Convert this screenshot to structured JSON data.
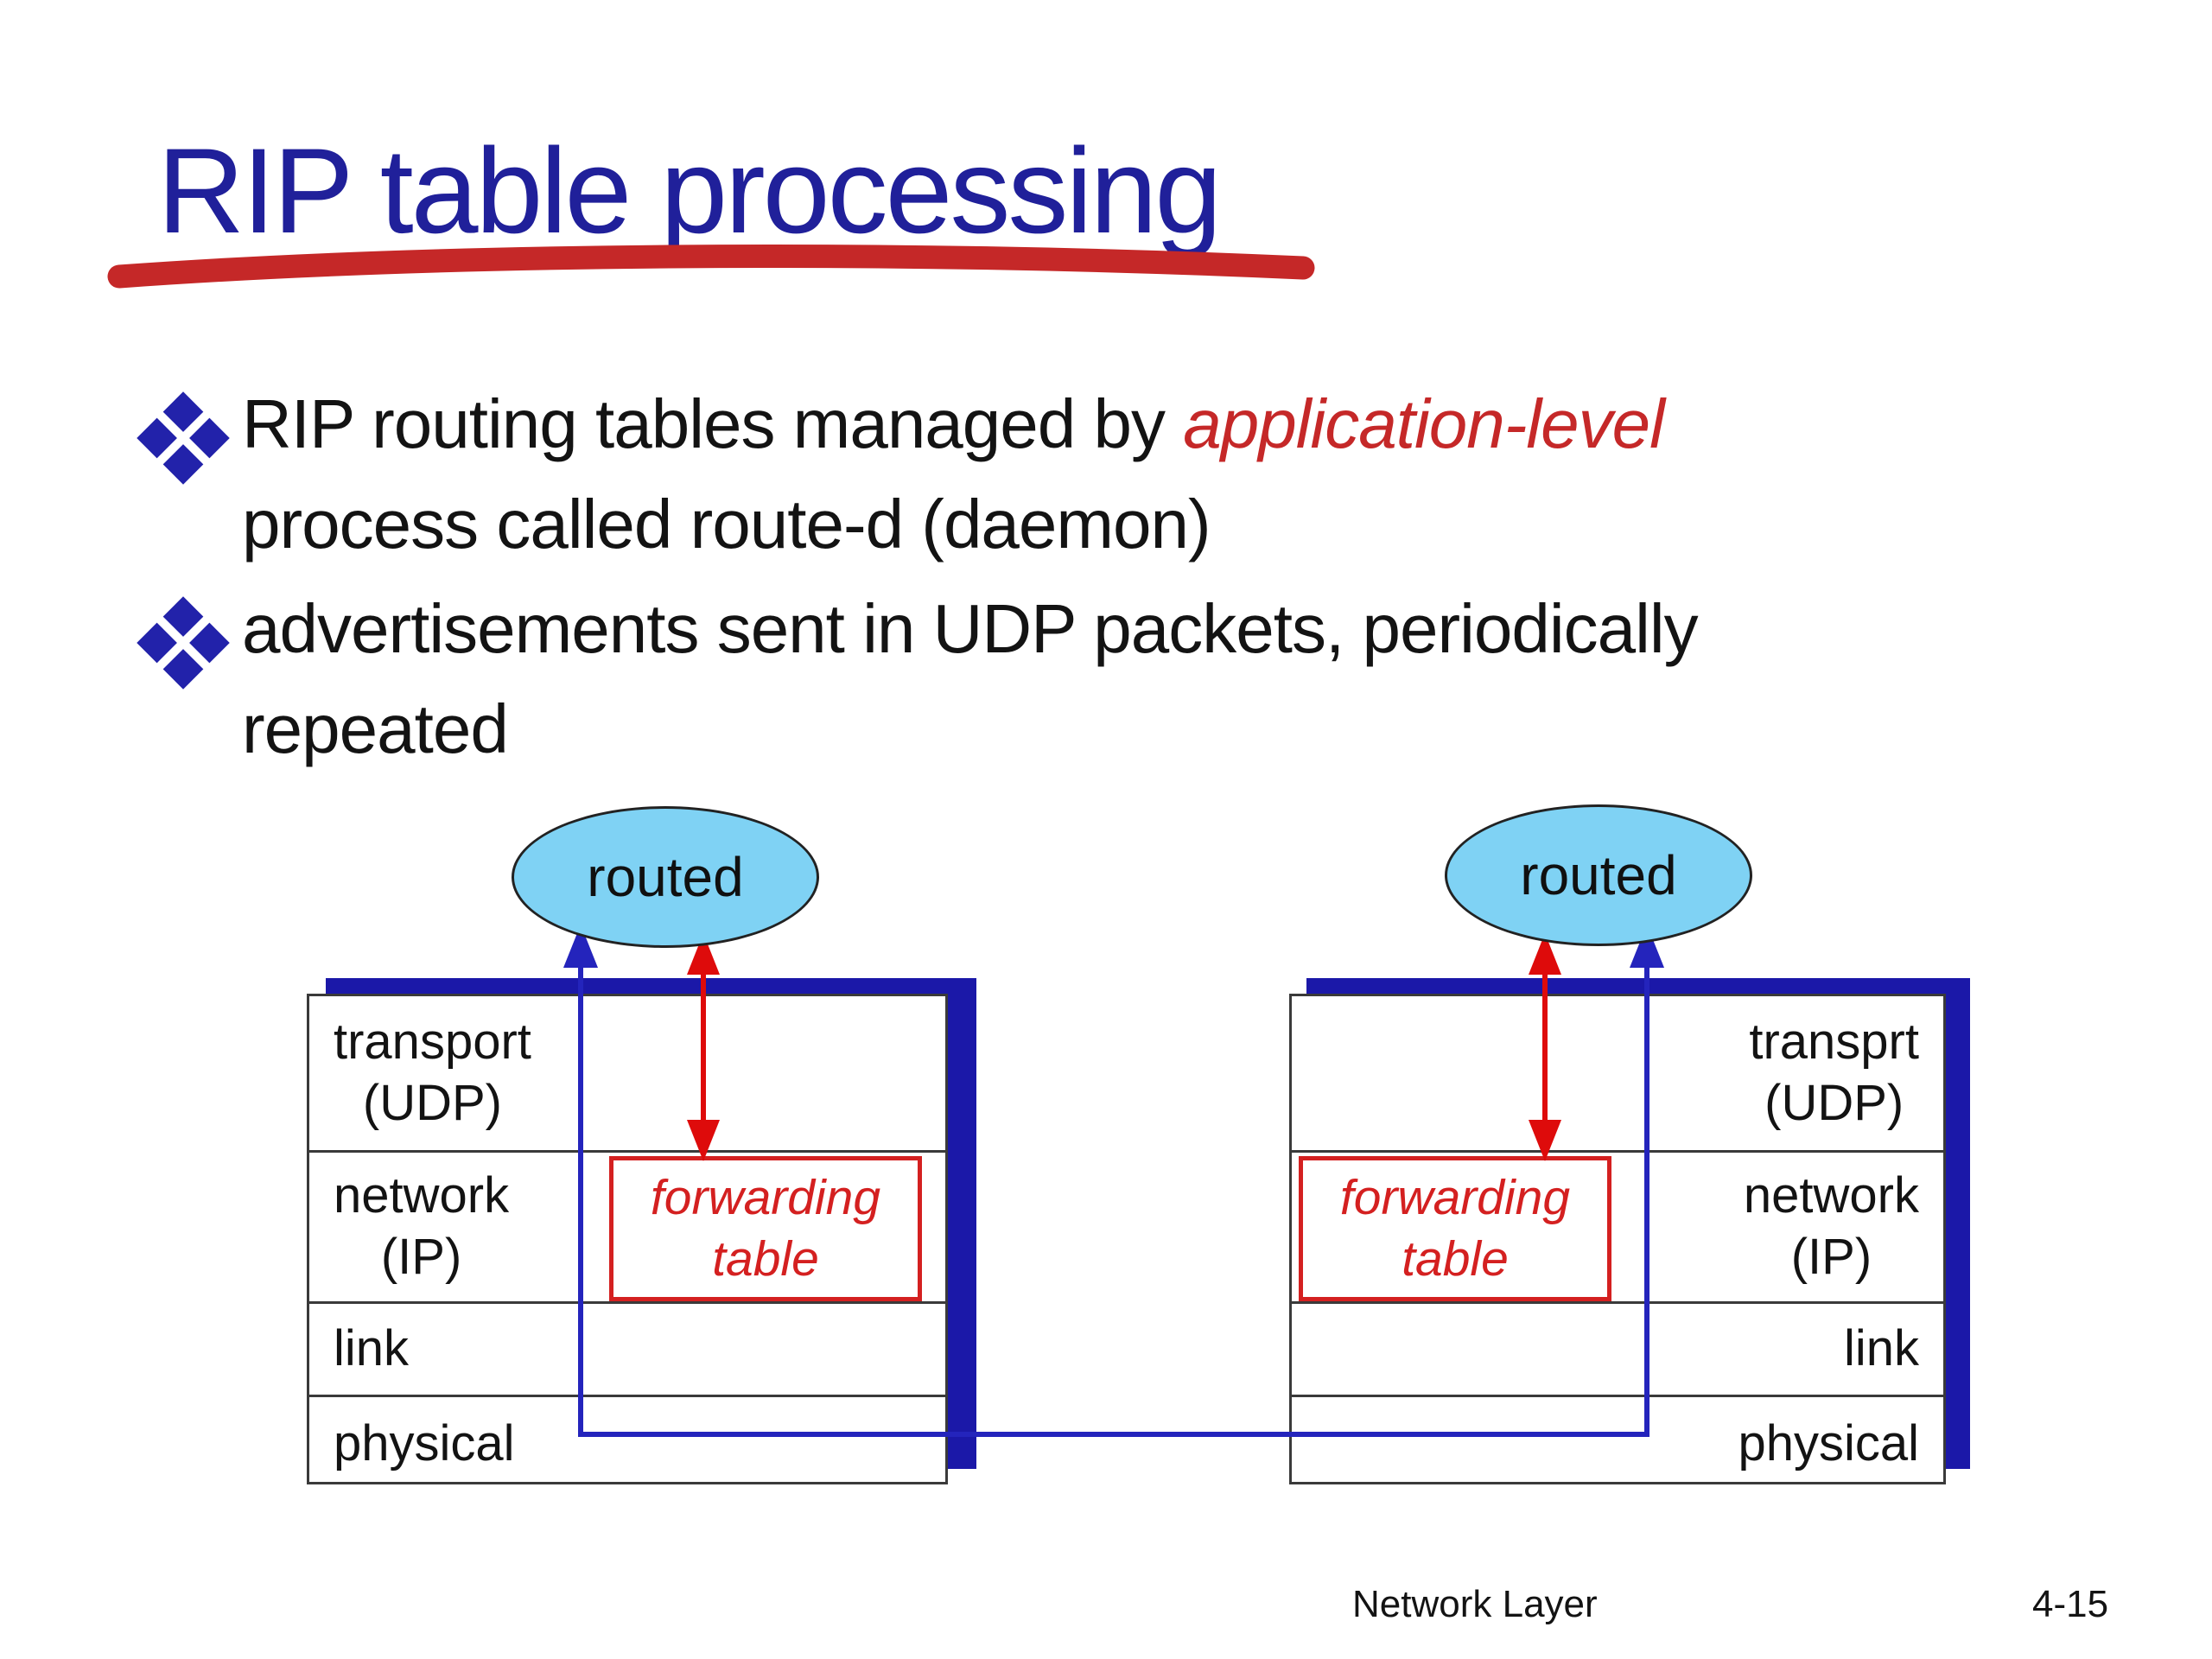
{
  "title": "RIP table processing",
  "bullets": [
    {
      "lines": [
        {
          "segments": [
            {
              "text": "RIP routing tables managed by ",
              "style": "normal"
            },
            {
              "text": "application-level",
              "style": "accent-italic"
            }
          ]
        },
        {
          "segments": [
            {
              "text": "process called route-d (daemon)",
              "style": "normal"
            }
          ]
        }
      ]
    },
    {
      "lines": [
        {
          "segments": [
            {
              "text": "advertisements sent in UDP packets, periodically",
              "style": "normal"
            }
          ]
        },
        {
          "segments": [
            {
              "text": "repeated",
              "style": "normal"
            }
          ]
        }
      ]
    }
  ],
  "diagram": {
    "left_stack": {
      "process": "routed",
      "rows": [
        {
          "lines": [
            "transport",
            "(UDP)"
          ]
        },
        {
          "lines": [
            "network",
            "(IP)"
          ]
        },
        {
          "lines": [
            "link"
          ]
        },
        {
          "lines": [
            "physical"
          ]
        }
      ],
      "forwarding_table": {
        "lines": [
          "forwarding",
          "table"
        ]
      }
    },
    "right_stack": {
      "process": "routed",
      "rows": [
        {
          "lines": [
            "transprt",
            "(UDP)"
          ]
        },
        {
          "lines": [
            "network",
            "(IP)"
          ]
        },
        {
          "lines": [
            "link"
          ]
        },
        {
          "lines": [
            "physical"
          ]
        }
      ],
      "forwarding_table": {
        "lines": [
          "forwarding",
          "table"
        ]
      }
    }
  },
  "footer": {
    "section": "Network Layer",
    "page": "4-15"
  },
  "colors": {
    "title_navy": "#20209A",
    "accent_red": "#C52828",
    "marker_navy": "#2222AA",
    "body_text": "#131313",
    "ellipse_fill": "#7FD2F4",
    "outline_dark": "#222222",
    "shadow_blue": "#1B18A8",
    "route_blue": "#2424BC",
    "arrow_red": "#DE0B0B",
    "forwarding_red": "#D42020",
    "table_border": "#3A3A3A"
  }
}
